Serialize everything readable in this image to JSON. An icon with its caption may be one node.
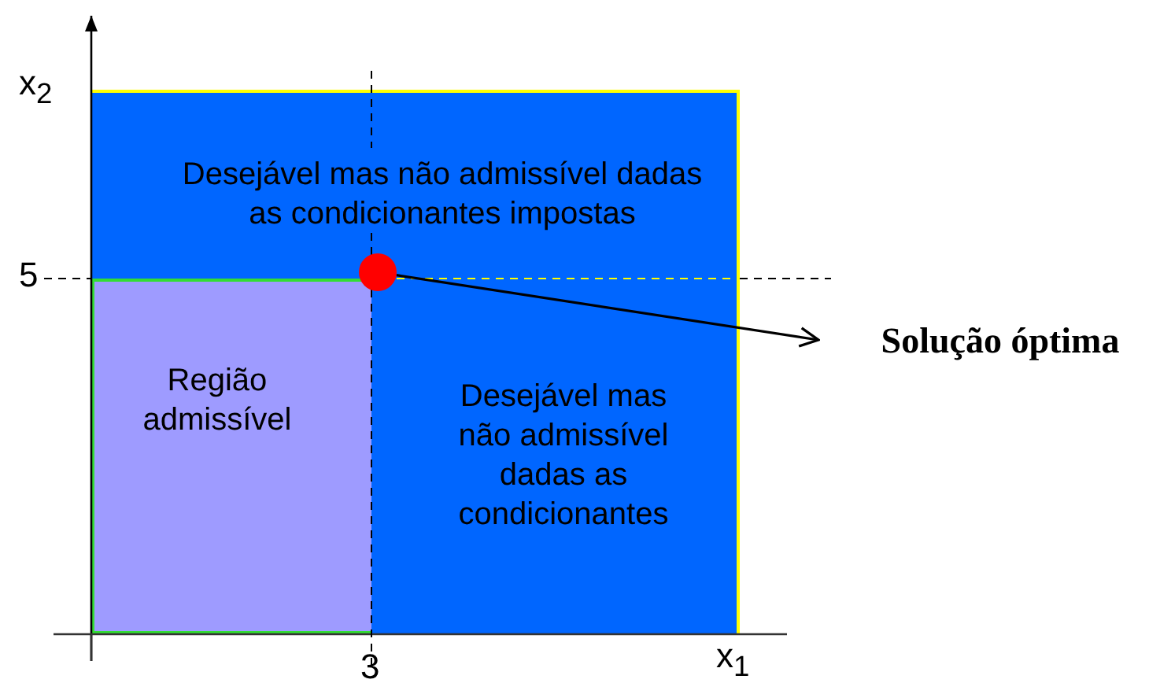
{
  "diagram": {
    "nodes": [
      {
        "text": [
          "Desejável mas não admissível dadas as condicionantes impostas"
        ]
      },
      {
        "text": [
          "Desejável mas não admissível dadas as condicionantes"
        ]
      },
      {
        "text": [
          "Região admissível"
        ]
      },
      {
        "text": [],
        "shape": "circle"
      },
      {
        "text": [
          "Solução óptima"
        ]
      }
    ],
    "edges": [
      {
        "from": 3,
        "to": 4,
        "arrow": "to"
      }
    ],
    "labels": [
      "x$_{2}$",
      "5",
      "3",
      "x$_{1}$"
    ]
  }
}
